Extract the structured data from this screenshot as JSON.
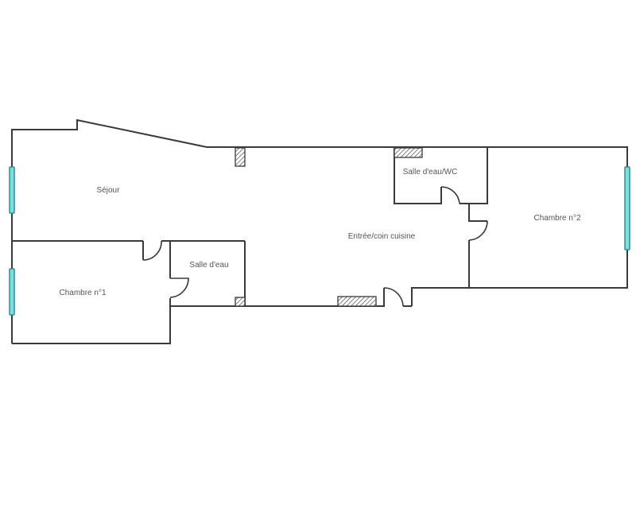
{
  "plan": {
    "type": "floor-plan",
    "rooms": [
      {
        "id": "sejour",
        "label": "Séjour"
      },
      {
        "id": "chambre1",
        "label": "Chambre n°1"
      },
      {
        "id": "salle-eau",
        "label": "Salle d'eau"
      },
      {
        "id": "entree",
        "label": "Entrée/coin cuisine"
      },
      {
        "id": "salle-eau-wc",
        "label": "Salle d'eau/WC"
      },
      {
        "id": "chambre2",
        "label": "Chambre n°2"
      }
    ],
    "colors": {
      "wall": "#3a3a3a",
      "window_fill": "#7fdedf",
      "window_stroke": "#2f8f92",
      "label": "#555555",
      "background": "#ffffff"
    }
  }
}
